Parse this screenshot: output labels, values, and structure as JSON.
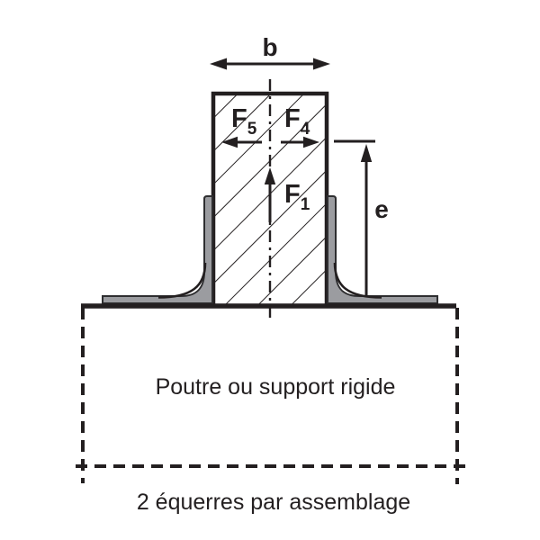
{
  "diagram": {
    "title_semantic": "angle-bracket-assembly-diagram",
    "dimension_b_label": "b",
    "dimension_e_label": "e",
    "force_f5": {
      "symbol": "F",
      "subscript": "5"
    },
    "force_f4": {
      "symbol": "F",
      "subscript": "4"
    },
    "force_f1": {
      "symbol": "F",
      "subscript": "1"
    },
    "beam_label": "Poutre ou support rigide",
    "caption": "2 équerres par assemblage"
  },
  "colors": {
    "ink": "#231f20",
    "bracket_fill": "#9b9ca0",
    "bracket_outline": "#2e2e30",
    "background": "#ffffff"
  }
}
